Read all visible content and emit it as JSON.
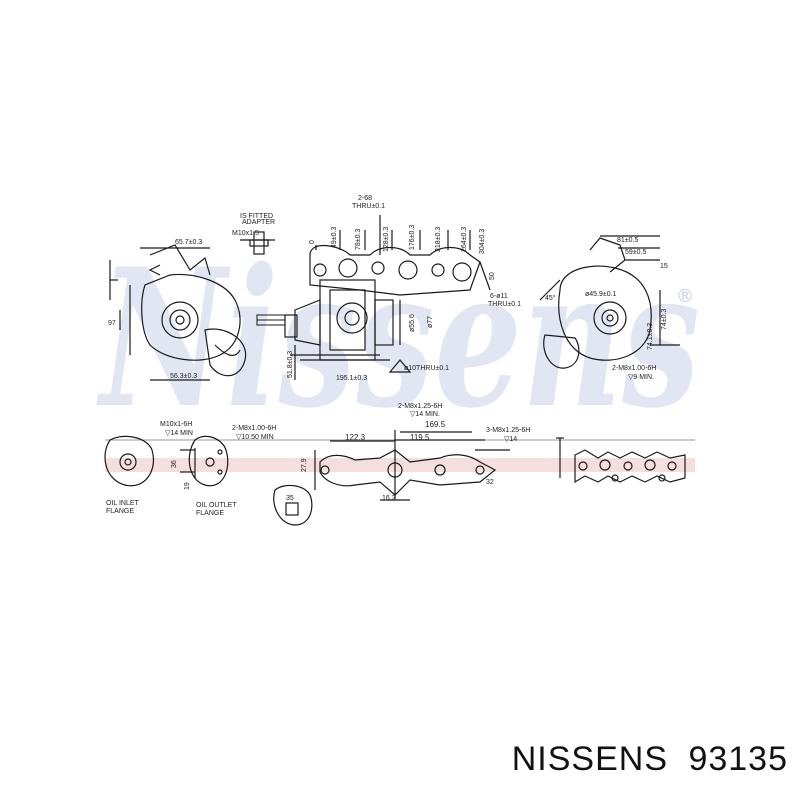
{
  "colors": {
    "line": "#1a1a1a",
    "watermark": "#cfd5ea",
    "band": "#e6b4b4",
    "accent": "#9a3a3a"
  },
  "watermark": {
    "text": "Nissens",
    "mark": "®"
  },
  "dimensions": {
    "d_657": "65.7±0.3",
    "d_m10_15": "M10x1.5",
    "d_fitted": "IS FITTED",
    "d_adapter": "ADAPTER",
    "d_97": "97",
    "d_563": "56.3±0.3",
    "d_2_6": "2-68",
    "d_thru": "THRU±0.1",
    "d_0": "0",
    "d_49": "49±0.3",
    "d_78": "78±0.3",
    "d_128": "128±0.3",
    "d_176": "176±0.3",
    "d_218": "218±0.3",
    "d_264": "264±0.3",
    "d_304": "304±0.3",
    "d_50": "50",
    "d_6_11": "6-ø11",
    "d_thru2": "THRU±0.1",
    "d_556": "ø55.6",
    "d_77": "ø77",
    "d_51": "51.8±0.3",
    "d_1951": "195.1±0.3",
    "d_10thru": "ø10THRU±0.1",
    "d_81": "81±0.5",
    "d_59": "59±0.5",
    "d_15": "15",
    "d_459": "ø45.9±0.1",
    "d_45": "45°",
    "d_74": "74±0.3",
    "d_741": "74.1±0.3",
    "d_m8_100_top": "2-M8x1.00-6H",
    "d_9min": "▽9  MIN.",
    "d_m10_6h": "M10x1-6H",
    "d_14min": "▽14  MIN",
    "d_m8_100": "2-M8x1.00-6H",
    "d_1050": "▽10.50  MIN",
    "d_36": "36",
    "d_19": "19",
    "d_oil_in_1": "OIL INLET",
    "d_oil_in_2": "FLANGE",
    "d_oil_out_1": "OIL OUTLET",
    "d_oil_out_2": "FLANGE",
    "d_m8_125": "2-M8x1.25-6H",
    "d_14min2": "▽14  MIN.",
    "d_1223": "122.3",
    "d_1695": "169.5",
    "d_1195": "119.5",
    "d_m8_125b": "3-M8x1.25-6H",
    "d_14": "▽14",
    "d_279": "27.9",
    "d_32": "32",
    "d_162": "16.2",
    "d_35": "35"
  },
  "caption": {
    "brand": "NISSENS",
    "part_number": "93135"
  }
}
